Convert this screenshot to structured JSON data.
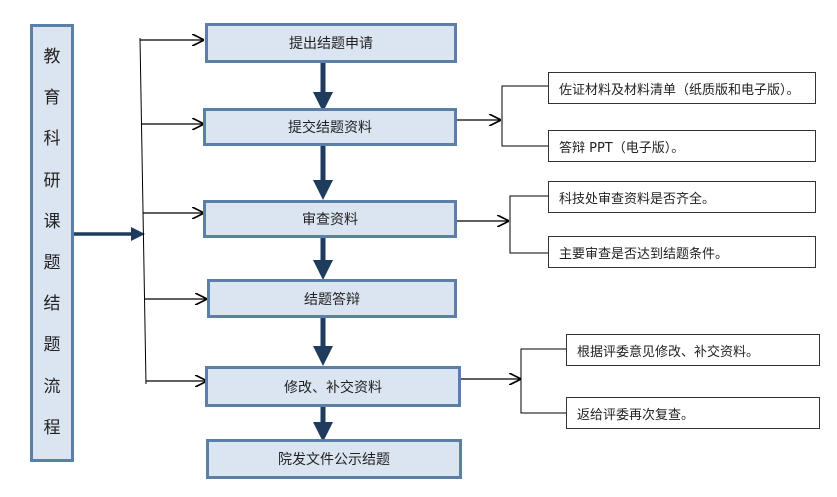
{
  "title_chars": [
    "教",
    "育",
    "科",
    "研",
    "课",
    "题",
    "结",
    "题",
    "流",
    "程"
  ],
  "steps": [
    "提出结题申请",
    "提交结题资料",
    "审查资料",
    "结题答辩",
    "修改、补交资料",
    "院发文件公示结题"
  ],
  "notes": {
    "submit_1": "佐证材料及材料清单（纸质版和电子版）。",
    "submit_2": "答辩 PPT（电子版）。",
    "review_1": "科技处审查资料是否齐全。",
    "review_2": "主要审查是否达到结题条件。",
    "revise_1": "根据评委意见修改、补交资料。",
    "revise_2": "返给评委再次复查。"
  }
}
